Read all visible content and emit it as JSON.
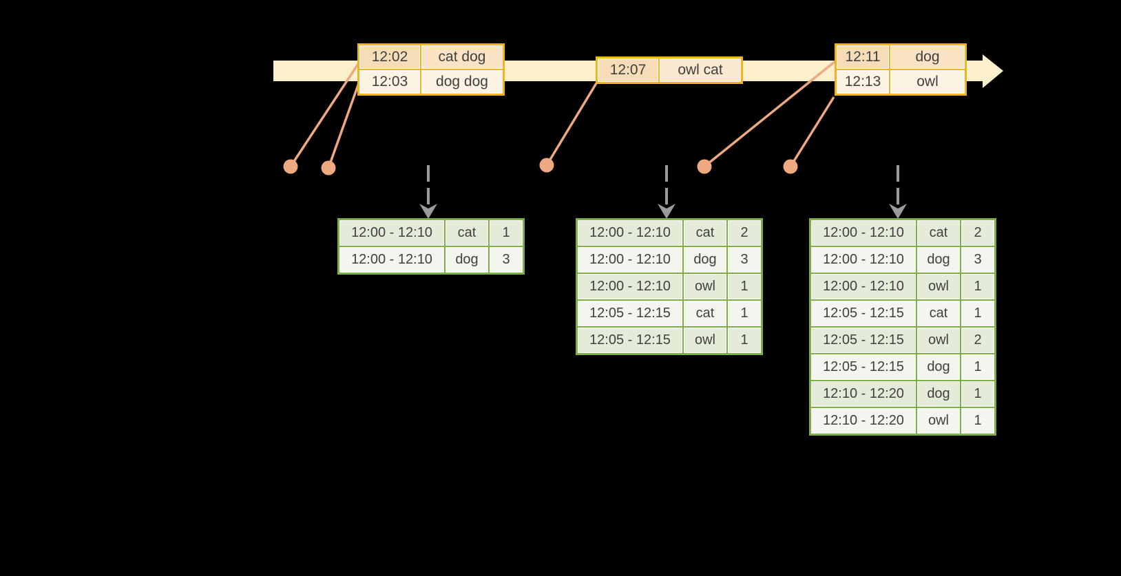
{
  "palette": {
    "background": "#000000",
    "timeline_fill": "#FBF0CB",
    "event_border": "#F0B41E",
    "event_row_dark": "#F6DDB8",
    "event_row_light": "#FCF3E4",
    "connector": "#EFA981",
    "trigger_arrow": "#9B9B9B",
    "result_border": "#7CB044",
    "result_row_dark": "#E4ECD9",
    "result_row_light": "#F3F6EE",
    "text": "#3F3F3F"
  },
  "diagram": {
    "event_tables": [
      {
        "rows": [
          {
            "time": "12:02",
            "words": "cat dog"
          },
          {
            "time": "12:03",
            "words": "dog dog"
          }
        ]
      },
      {
        "rows": [
          {
            "time": "12:07",
            "words": "owl cat"
          }
        ]
      },
      {
        "rows": [
          {
            "time": "12:11",
            "words": "dog"
          },
          {
            "time": "12:13",
            "words": "owl"
          }
        ]
      }
    ],
    "result_tables": [
      {
        "rows": [
          {
            "window": "12:00 - 12:10",
            "word": "cat",
            "count": "1"
          },
          {
            "window": "12:00 - 12:10",
            "word": "dog",
            "count": "3"
          }
        ]
      },
      {
        "rows": [
          {
            "window": "12:00 - 12:10",
            "word": "cat",
            "count": "2"
          },
          {
            "window": "12:00 - 12:10",
            "word": "dog",
            "count": "3"
          },
          {
            "window": "12:00 - 12:10",
            "word": "owl",
            "count": "1"
          },
          {
            "window": "12:05 - 12:15",
            "word": "cat",
            "count": "1"
          },
          {
            "window": "12:05 - 12:15",
            "word": "owl",
            "count": "1"
          }
        ]
      },
      {
        "rows": [
          {
            "window": "12:00 - 12:10",
            "word": "cat",
            "count": "2"
          },
          {
            "window": "12:00 - 12:10",
            "word": "dog",
            "count": "3"
          },
          {
            "window": "12:00 - 12:10",
            "word": "owl",
            "count": "1"
          },
          {
            "window": "12:05 - 12:15",
            "word": "cat",
            "count": "1"
          },
          {
            "window": "12:05 - 12:15",
            "word": "owl",
            "count": "2"
          },
          {
            "window": "12:05 - 12:15",
            "word": "dog",
            "count": "1"
          },
          {
            "window": "12:10 - 12:20",
            "word": "dog",
            "count": "1"
          },
          {
            "window": "12:10 - 12:20",
            "word": "owl",
            "count": "1"
          }
        ]
      }
    ]
  }
}
